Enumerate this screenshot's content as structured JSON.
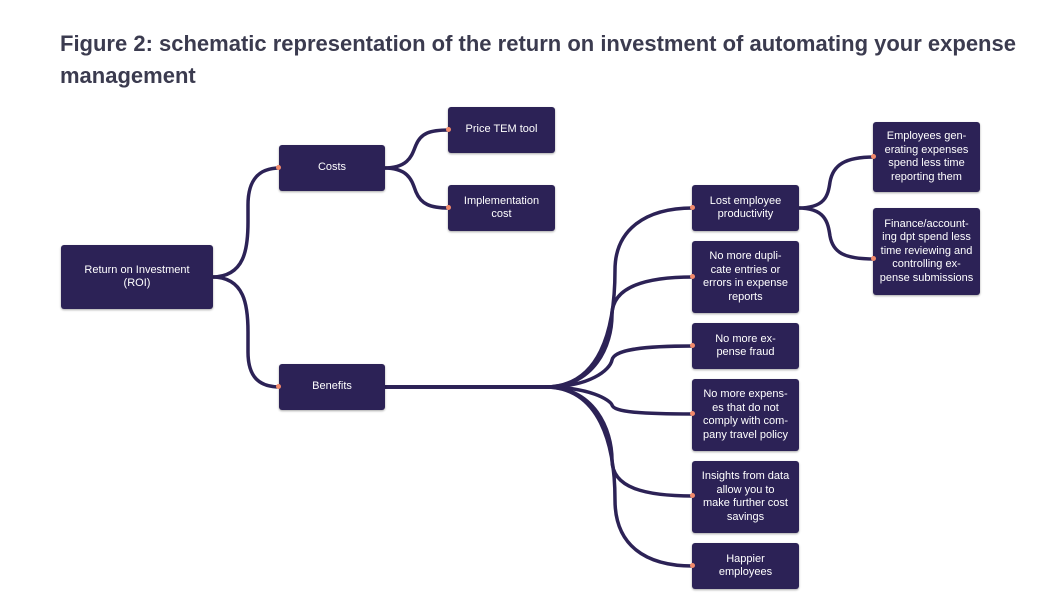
{
  "figure": {
    "title": "Figure 2: schematic representation of the return on investment of automating your expense management"
  },
  "nodes": {
    "roi": "Return on Investment\n(ROI)",
    "costs": "Costs",
    "benefits": "Benefits",
    "price_tem_tool": "Price TEM tool",
    "implementation_cost": "Implementation\ncost",
    "lost_productivity": "Lost employee\nproductivity",
    "no_duplicates": "No more dupli-\ncate entries or\nerrors in expense\nreports",
    "no_fraud": "No more ex-\npense fraud",
    "no_noncompliant": "No more expens-\nes that do not\ncomply with com-\npany travel policy",
    "insights": "Insights from data\nallow you to\nmake further cost\nsavings",
    "happier": "Happier\nemployees",
    "employees_less_time": "Employees gen-\nerating expenses\nspend less time\nreporting them",
    "finance_less_time": "Finance/account-\ning dpt spend less\ntime reviewing and\ncontrolling ex-\npense submissions"
  },
  "colors": {
    "node_fill": "#2c2256",
    "connector": "#2c2256",
    "accent_dot": "#f28a6b",
    "title": "#3b3b4f"
  }
}
